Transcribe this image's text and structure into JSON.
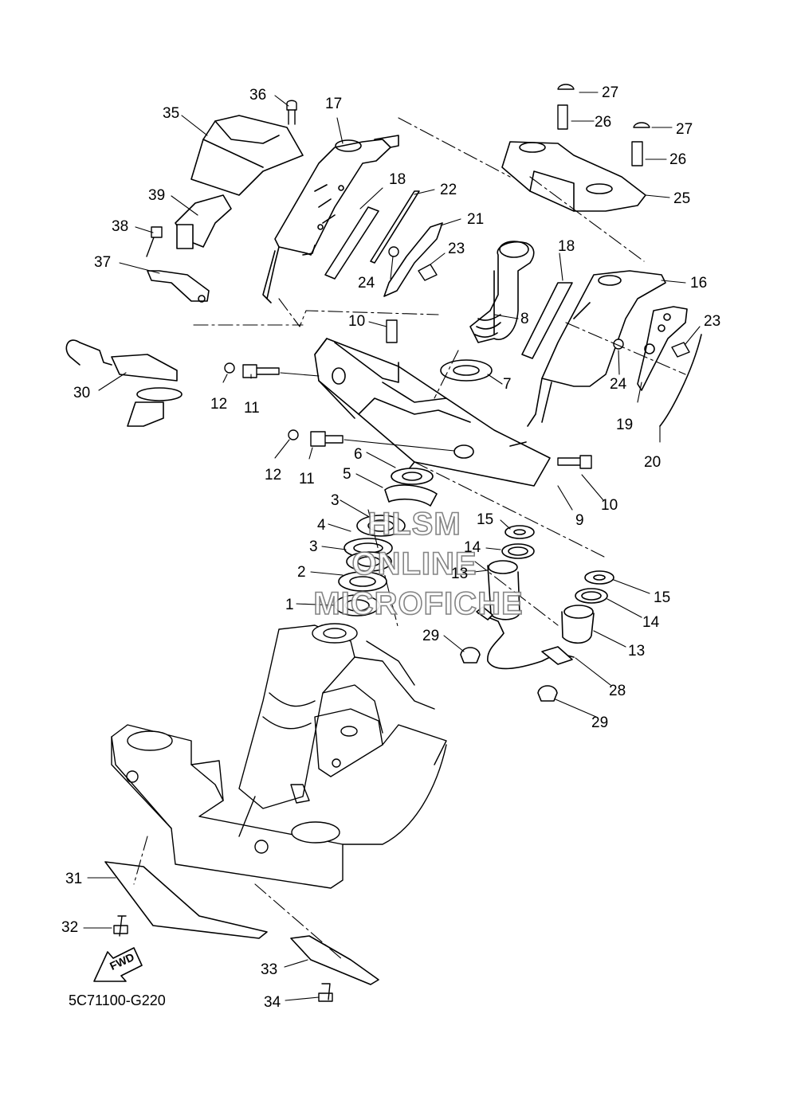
{
  "callouts": [
    "1",
    "2",
    "3",
    "3",
    "4",
    "5",
    "6",
    "7",
    "8",
    "9",
    "10",
    "10",
    "11",
    "11",
    "12",
    "12",
    "13",
    "13",
    "14",
    "14",
    "15",
    "15",
    "16",
    "17",
    "18",
    "18",
    "19",
    "20",
    "21",
    "22",
    "23",
    "23",
    "24",
    "24",
    "25",
    "26",
    "26",
    "27",
    "27",
    "28",
    "29",
    "29",
    "30",
    "31",
    "32",
    "33",
    "34",
    "35",
    "36",
    "37",
    "38",
    "39"
  ],
  "drawing_code": "5C71100-G220",
  "fwd_arrow_label": "FWD",
  "watermark": [
    "HLSM",
    "ONLINE",
    "MICROFICHE"
  ]
}
